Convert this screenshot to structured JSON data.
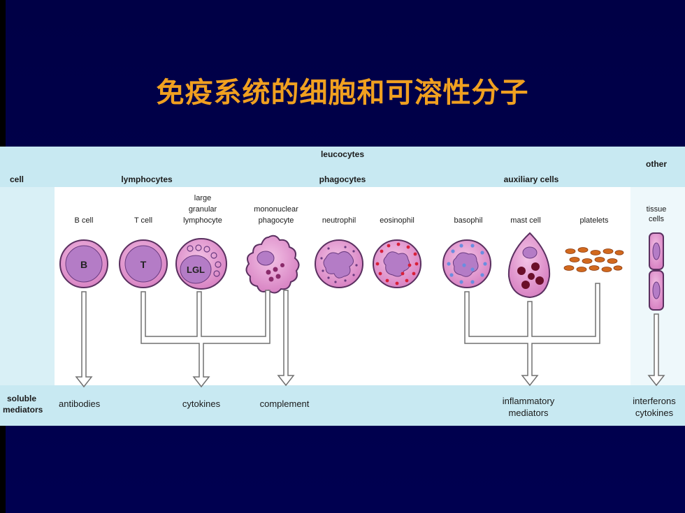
{
  "title": "免疫系统的细胞和可溶性分子",
  "diagram": {
    "row_labels": {
      "cell": "cell",
      "soluble": "soluble",
      "mediators": "mediators"
    },
    "groups": {
      "leucocytes": "leucocytes",
      "lymphocytes": "lymphocytes",
      "phagocytes": "phagocytes",
      "auxiliary": "auxiliary cells",
      "other": "other"
    },
    "cells": {
      "b_cell": "B cell",
      "t_cell": "T cell",
      "lgl_1": "large",
      "lgl_2": "granular",
      "lgl_3": "lymphocyte",
      "mono_1": "mononuclear",
      "mono_2": "phagocyte",
      "neutrophil": "neutrophil",
      "eosinophil": "eosinophil",
      "basophil": "basophil",
      "mast_cell": "mast cell",
      "platelets": "platelets",
      "tissue_1": "tissue",
      "tissue_2": "cells"
    },
    "cell_letters": {
      "b": "B",
      "t": "T",
      "lgl": "LGL"
    },
    "mediators": {
      "antibodies": "antibodies",
      "cytokines": "cytokines",
      "complement": "complement",
      "inflammatory_1": "inflammatory",
      "inflammatory_2": "mediators",
      "interferons_1": "interferons",
      "interferons_2": "cytokines"
    },
    "colors": {
      "band": "#c8e9f2",
      "cell_fill": "#e59ad0",
      "nucleus": "#b47cc6",
      "granule_red": "#d8203a",
      "granule_blue": "#6a8de0",
      "mast_granule": "#6a0f2a",
      "platelet": "#d2691e",
      "arrow": "#707070"
    }
  }
}
